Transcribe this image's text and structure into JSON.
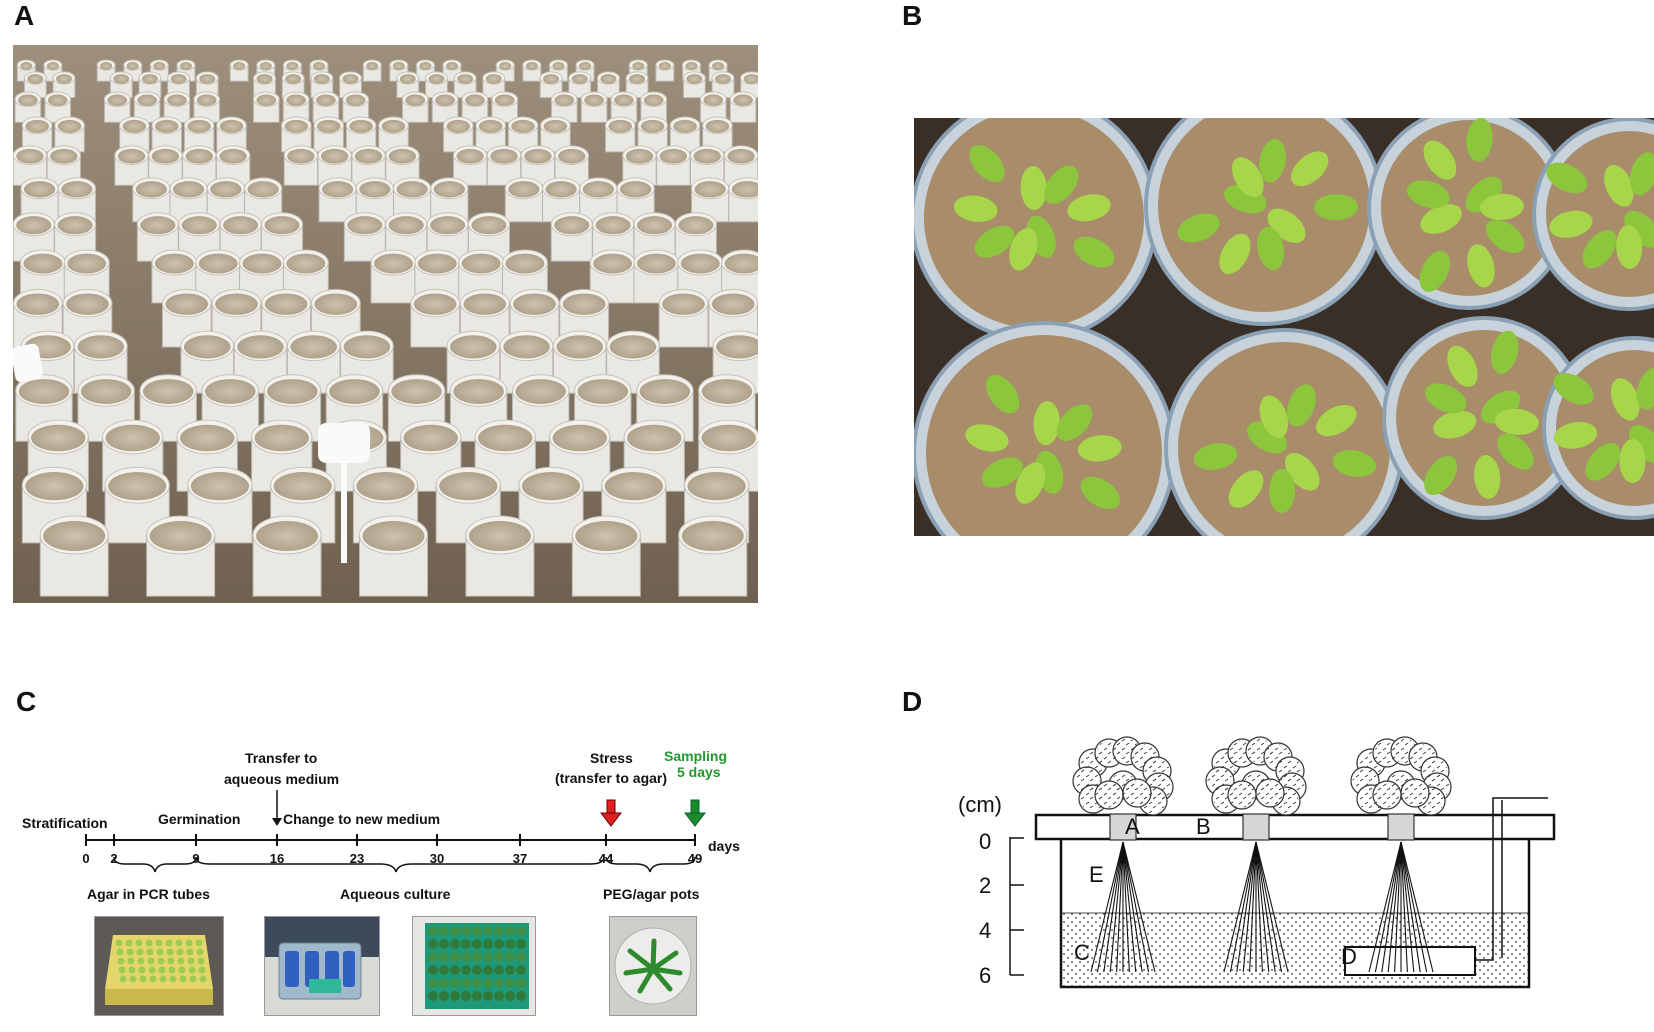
{
  "panels": {
    "a": {
      "letter": "A"
    },
    "b": {
      "letter": "B"
    },
    "c": {
      "letter": "C"
    },
    "d": {
      "letter": "D"
    }
  },
  "timeline": {
    "stages": {
      "stratification": "Stratification",
      "germination": "Germination",
      "transfer_line1": "Transfer to",
      "transfer_line2": "aqueous medium",
      "change": "Change to new medium",
      "stress_line1": "Stress",
      "stress_line2": "(transfer to agar)",
      "sampling_line1": "Sampling",
      "sampling_line2": "5 days"
    },
    "unit": "days",
    "days": [
      "0",
      "2",
      "9",
      "16",
      "23",
      "30",
      "37",
      "44",
      "49"
    ],
    "phases": {
      "agar": "Agar in PCR tubes",
      "aqueous": "Aqueous culture",
      "peg": "PEG/agar pots"
    },
    "colors": {
      "stress_arrow": "#e02020",
      "sampling_arrow": "#1f8a2a",
      "sampling_text": "#1f9a2a"
    }
  },
  "schematic": {
    "unit": "(cm)",
    "depths": [
      "0",
      "2",
      "4",
      "6"
    ],
    "labels": {
      "a": "A",
      "b": "B",
      "c": "C",
      "d": "D",
      "e": "E"
    }
  }
}
